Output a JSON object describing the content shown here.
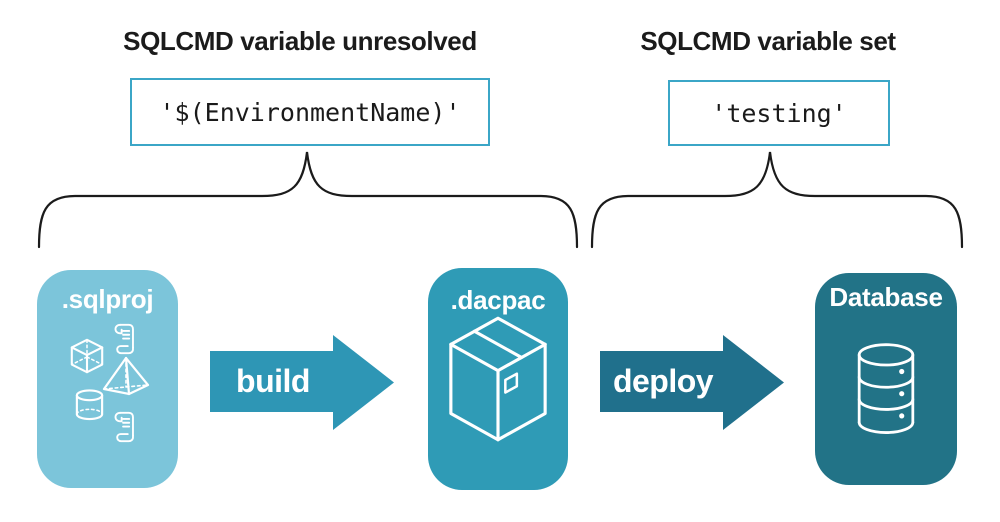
{
  "annotations": {
    "left": {
      "title": "SQLCMD variable unresolved",
      "code": "'$(EnvironmentName)'"
    },
    "right": {
      "title": "SQLCMD variable set",
      "code": "'testing'"
    }
  },
  "pipeline": {
    "source": {
      "label": ".sqlproj",
      "icons": [
        "script-icon",
        "cube-icon",
        "pyramid-icon",
        "cylinder-icon",
        "script-icon"
      ]
    },
    "artifact": {
      "label": ".dacpac",
      "icon": "package-icon"
    },
    "target": {
      "label": "Database",
      "icon": "database-icon"
    },
    "build_arrow": {
      "label": "build"
    },
    "deploy_arrow": {
      "label": "deploy"
    }
  },
  "colors": {
    "sqlproj_fill": "#7CC5DA",
    "dacpac_fill": "#2F9BB6",
    "build_arrow_fill": "#2E96B5",
    "deploy_arrow_fill": "#20708C",
    "database_fill": "#227387",
    "code_box_border": "#3BA6C7",
    "text": "#1B1B1B",
    "brace_stroke": "#1B1B1B",
    "icon_stroke": "#FFFFFF"
  }
}
